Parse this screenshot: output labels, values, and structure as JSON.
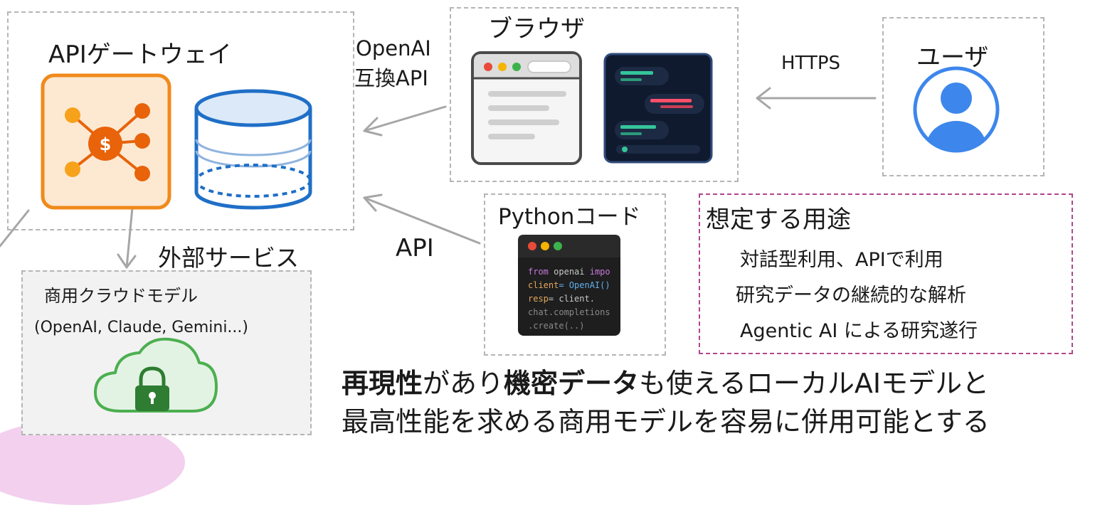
{
  "gateway": {
    "title": "APIゲートウェイ"
  },
  "browser": {
    "title": "ブラウザ"
  },
  "user": {
    "title": "ユーザ"
  },
  "python": {
    "title": "Pythonコード",
    "code": {
      "line1_a": "from",
      "line1_b": "openai",
      "line1_c": "impo",
      "line2_a": "client",
      "line2_b": "= OpenAI()",
      "line3_a": "resp",
      "line3_b": "= client.",
      "line4": "chat.completions",
      "line5": ".create(..)"
    }
  },
  "external": {
    "title": "外部サービス",
    "cloud_line1": "商用クラウドモデル",
    "cloud_line2": "(OpenAI, Claude, Gemini...)"
  },
  "edges": {
    "openai_compat_1": "OpenAI",
    "openai_compat_2": "互換API",
    "https": "HTTPS",
    "api": "API"
  },
  "usecase": {
    "title": "想定する用途",
    "items": [
      "対話型利用、APIで利用",
      "研究データの継続的な解析",
      "Agentic AI による研究遂行"
    ]
  },
  "summary": {
    "line1_bold1": "再現性",
    "line1_plain1": "があり",
    "line1_bold2": "機密データ",
    "line1_plain2": "も使えるローカルAIモデルと",
    "line2": "最高性能を求める商用モデルを容易に併用可能とする"
  },
  "colors": {
    "gateway_orange": "#f08a1c",
    "db_blue": "#1f6fc7",
    "user_blue": "#3d86ec",
    "cloud_green": "#4caf50",
    "usecase_border": "#b0468e",
    "arrow_gray": "#a6a6a6",
    "chat_dark": "#0f1a2e"
  }
}
